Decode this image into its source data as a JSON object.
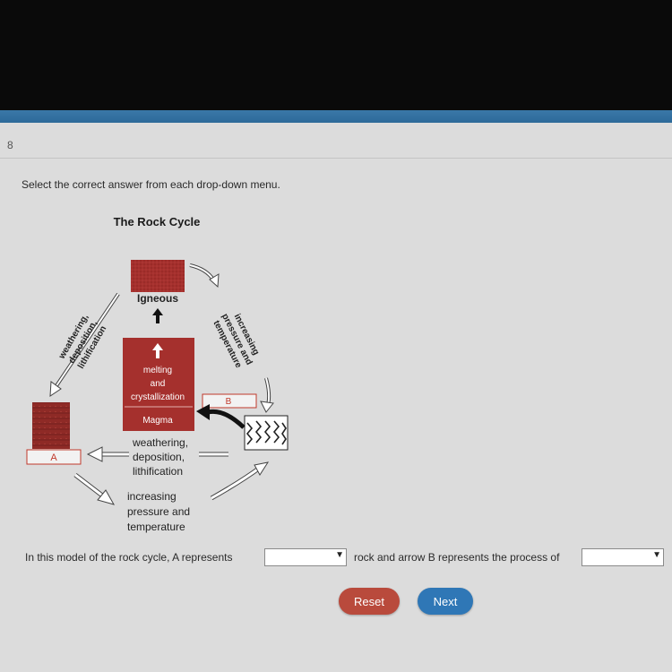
{
  "question_number": "8",
  "instruction": "Select the correct answer from each drop-down menu.",
  "diagram": {
    "title": "The Rock Cycle",
    "igneous_label": "Igneous",
    "magma_process_line1": "melting",
    "magma_process_line2": "and",
    "magma_process_line3": "crystallization",
    "magma_label": "Magma",
    "label_a": "A",
    "label_b": "B",
    "left_arc_line1": "weathering,",
    "left_arc_line2": "deposition,",
    "left_arc_line3": "lithification",
    "right_arc_line1": "increasing",
    "right_arc_line2": "pressure and",
    "right_arc_line3": "temperature",
    "center_process_line1": "weathering,",
    "center_process_line2": "deposition,",
    "center_process_line3": "lithification",
    "bottom_process_line1": "increasing",
    "bottom_process_line2": "pressure and",
    "bottom_process_line3": "temperature"
  },
  "question": {
    "part1": "In this model of the rock cycle, A represents",
    "dropdown1_value": "",
    "part2": "rock and arrow B represents the process of",
    "dropdown2_value": ""
  },
  "buttons": {
    "reset": "Reset",
    "next": "Next"
  },
  "colors": {
    "reset": "#b94a3c",
    "next": "#2f77b6",
    "rock_red": "#a5302d"
  },
  "icons": {
    "dropdown": "chevron-down-icon"
  }
}
